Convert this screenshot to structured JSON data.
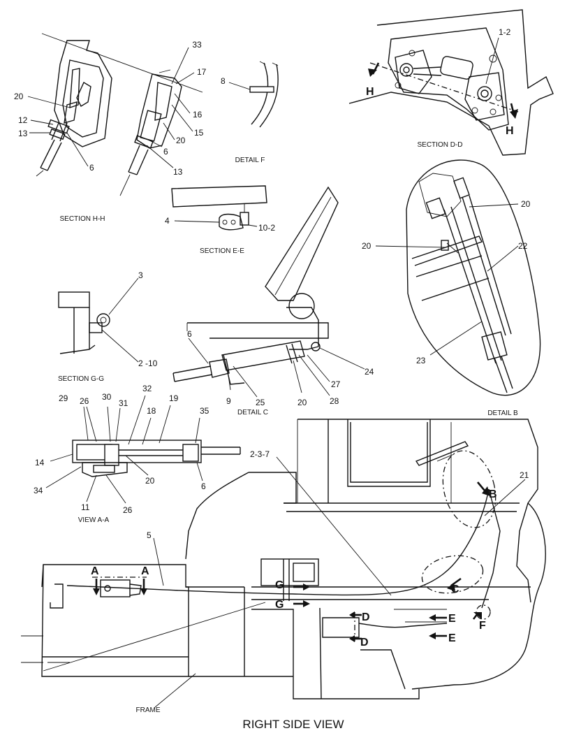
{
  "captions": {
    "section_hh": "SECTION  H-H",
    "detail_f": "DETAIL  F",
    "section_dd": "SECTION D-D",
    "section_ee": "SECTION  E-E",
    "section_gg": "SECTION G-G",
    "detail_c": "DETAIL C",
    "detail_b": "DETAIL B",
    "view_aa": "VIEW A-A",
    "frame": "FRAME",
    "main_title": "RIGHT SIDE VIEW"
  },
  "callouts": {
    "hh": {
      "c33": "33",
      "c17": "17",
      "c20a": "20",
      "c16": "16",
      "c12": "12",
      "c13a": "13",
      "c15": "15",
      "c20b": "20",
      "c6a": "6",
      "c6b": "6",
      "c13b": "13"
    },
    "f": {
      "c8": "8"
    },
    "dd": {
      "c12": "1-2"
    },
    "ee": {
      "c4": "4",
      "c102": "10-2"
    },
    "gg": {
      "c3": "3",
      "c210": "2 -10"
    },
    "c": {
      "c6": "6",
      "c9": "9",
      "c25": "25",
      "c20": "20",
      "c28": "28",
      "c27": "27",
      "c24": "24"
    },
    "b": {
      "c20a": "20",
      "c20b": "20",
      "c22": "22",
      "c23": "23"
    },
    "aa": {
      "c29": "29",
      "c26a": "26",
      "c30": "30",
      "c31": "31",
      "c32": "32",
      "c18": "18",
      "c19": "19",
      "c35": "35",
      "c14": "14",
      "c34": "34",
      "c11": "11",
      "c26b": "26",
      "c20": "20",
      "c6": "6"
    },
    "main": {
      "c237": "2-3-7",
      "c21": "21",
      "c5": "5"
    }
  },
  "view_arrows": {
    "A": "A",
    "B": "B",
    "C": "C",
    "D": "D",
    "E": "E",
    "F": "F",
    "G": "G",
    "H": "H"
  }
}
